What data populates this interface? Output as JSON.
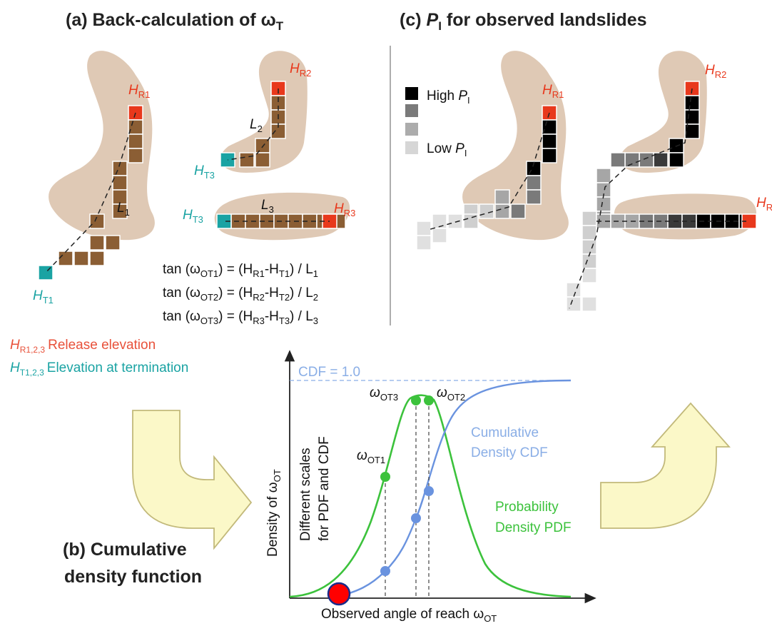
{
  "panel_a": {
    "title": "(a) Back-calculation of ω",
    "title_sub": "T",
    "labels": {
      "HR1": "H",
      "HR1_sub": "R1",
      "HR2": "H",
      "HR2_sub": "R2",
      "HR3": "H",
      "HR3_sub": "R3",
      "HT1": "H",
      "HT1_sub": "T1",
      "HT3a": "H",
      "HT3a_sub": "T3",
      "HT3b": "H",
      "HT3b_sub": "T3",
      "L1": "L",
      "L1_sub": "1",
      "L2": "L",
      "L2_sub": "2",
      "L3": "L",
      "L3_sub": "3"
    },
    "equations": [
      {
        "pre": "tan (ω",
        "s1": "OT1",
        "mid": ") = (H",
        "s2": "R1",
        "mid2": "-H",
        "s3": "T1",
        "mid3": ") / L",
        "s4": "1"
      },
      {
        "pre": "tan (ω",
        "s1": "OT2",
        "mid": ") = (H",
        "s2": "R2",
        "mid2": "-H",
        "s3": "T2",
        "mid3": ") / L",
        "s4": "2"
      },
      {
        "pre": "tan (ω",
        "s1": "OT3",
        "mid": ") = (H",
        "s2": "R3",
        "mid2": "-H",
        "s3": "T3",
        "mid3": ") / L",
        "s4": "3"
      }
    ],
    "legend_release": {
      "sym": "H",
      "sub": "R1,2,3",
      "text": "Release elevation"
    },
    "legend_term": {
      "sym": "H",
      "sub": "T1,2,3",
      "text": "Elevation at termination"
    }
  },
  "panel_b": {
    "title_line1": "(b) Cumulative",
    "title_line2": "density function",
    "cdf_label": "CDF = 1.0",
    "ylabel": "Density of ω",
    "ylabel_sub": "OT",
    "scales_line1": "Different scales",
    "scales_line2": "for PDF and CDF",
    "xlabel": "Observed angle of reach ω",
    "xlabel_sub": "OT",
    "cdf_name_1": "Cumulative",
    "cdf_name_2": "Density CDF",
    "pdf_name_1": "Probability",
    "pdf_name_2": "Density PDF",
    "wot1": "ω",
    "wot1_sub": "OT1",
    "wot2": "ω",
    "wot2_sub": "OT2",
    "wot3": "ω",
    "wot3_sub": "OT3"
  },
  "panel_c": {
    "title_pre": "(c) ",
    "title_sym": "P",
    "title_sub": "I",
    "title_post": " for observed landslides",
    "legend_high": "High ",
    "legend_low": "Low ",
    "legend_sym": "P",
    "legend_sub": "I",
    "HR1": "H",
    "HR1_sub": "R1",
    "HR2": "H",
    "HR2_sub": "R2",
    "HR3": "H",
    "HR3_sub": "R"
  },
  "colors": {
    "landslide": "#dfc9b5",
    "cell": "#8b5e34",
    "release": "#e8381c",
    "termination": "#1aa3a3",
    "pdf": "#3cc23c",
    "cdf": "#6a93df",
    "arrow_fill": "#fbf8c8",
    "arrow_stroke": "#c2b97a",
    "red_marker": "#ff0000"
  }
}
